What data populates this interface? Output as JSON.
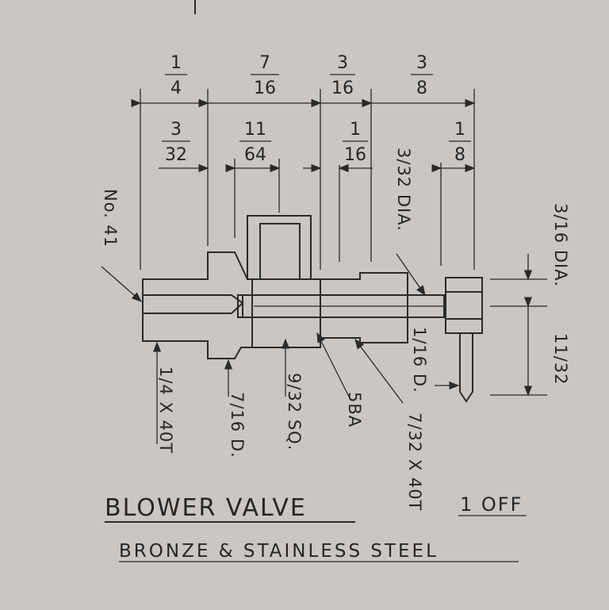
{
  "title": "BLOWER VALVE",
  "quantity": "1 OFF",
  "material": "BRONZE & STAINLESS STEEL",
  "dimensions": {
    "top_row": [
      {
        "num": "1",
        "den": "4"
      },
      {
        "num": "7",
        "den": "16"
      },
      {
        "num": "3",
        "den": "16"
      },
      {
        "num": "3",
        "den": "8"
      }
    ],
    "second_row": [
      {
        "num": "3",
        "den": "32"
      },
      {
        "num": "11",
        "den": "64"
      },
      {
        "num": "1",
        "den": "16"
      },
      {
        "num": "1",
        "den": "8"
      }
    ]
  },
  "callouts": {
    "drill": "No. 41",
    "pin_dia": "3/32 DIA.",
    "handle_dia": "3/16 DIA.",
    "handle_len": "11/32",
    "handle_d": "1/16 D.",
    "thread_in": "1/4 X 40T",
    "body_d": "7/16 D.",
    "square": "9/32 SQ.",
    "screw": "5BA",
    "thread_out": "7/32 X 40T"
  }
}
